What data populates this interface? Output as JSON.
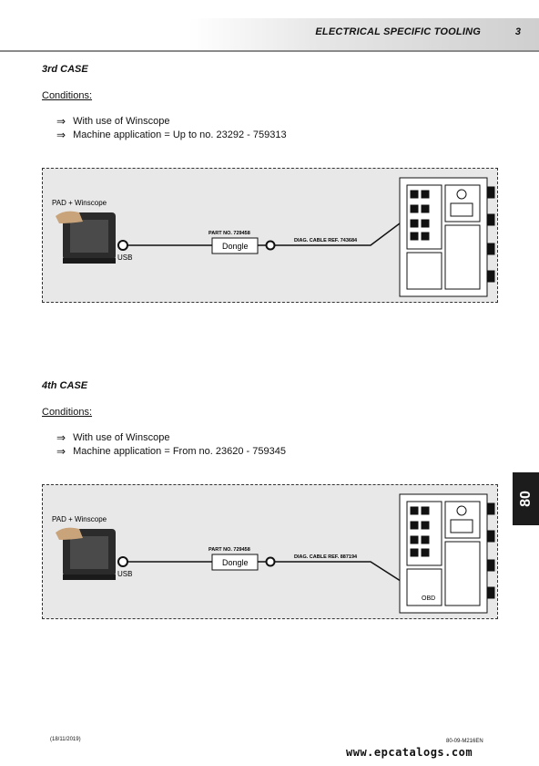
{
  "header": {
    "title": "ELECTRICAL SPECIFIC TOOLING",
    "page_number": "3"
  },
  "cases": [
    {
      "title": "3rd CASE",
      "conditions_label": "Conditions:",
      "conditions": [
        "With use of Winscope",
        "Machine application = Up to no. 23292 - 759313"
      ],
      "arrow_glyph": "⇒",
      "diagram": {
        "pad_label": "PAD + Winscope",
        "usb_label": "USB",
        "part_no": "PART NO. 729458",
        "dongle": "Dongle",
        "cable_ref": "DIAG. CABLE REF. 743684",
        "obd_label": ""
      }
    },
    {
      "title": "4th CASE",
      "conditions_label": "Conditions:",
      "conditions": [
        "With use of Winscope",
        "Machine application = From no. 23620 - 759345"
      ],
      "arrow_glyph": "⇒",
      "diagram": {
        "pad_label": "PAD + Winscope",
        "usb_label": "USB",
        "part_no": "PART NO. 729458",
        "dongle": "Dongle",
        "cable_ref": "DIAG. CABLE REF. 887194",
        "obd_label": "OBD"
      }
    }
  ],
  "side_tab": "80",
  "footer": {
    "date": "(18/11/2019)",
    "doc_code": "80-09-M216EN"
  },
  "watermark": "www.epcatalogs.com"
}
